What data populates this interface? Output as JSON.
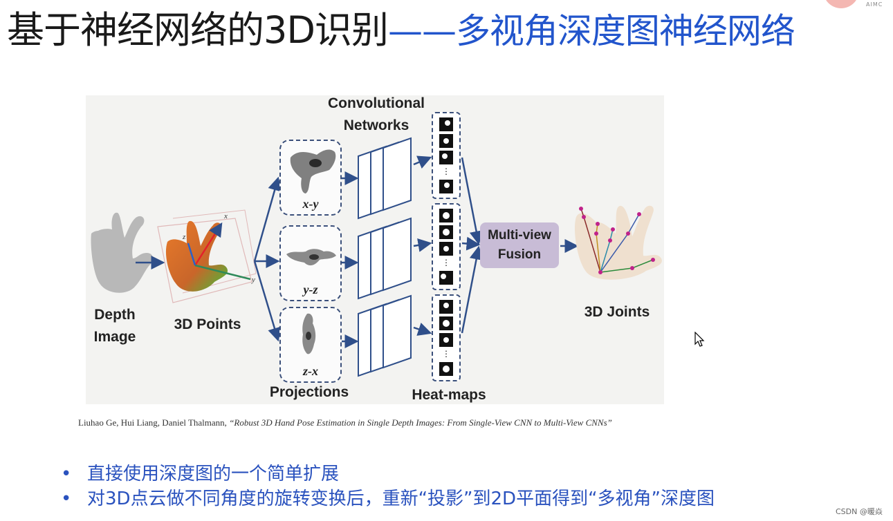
{
  "slide": {
    "title": "基于神经网络的3D识别",
    "subtitle": "——多视角深度图神经网络",
    "logo_text": "AIMC"
  },
  "figure": {
    "labels": {
      "depth_image": "Depth\nImage",
      "points_3d": "3D Points",
      "conv_networks": "Convolutional\nNetworks",
      "projections": "Projections",
      "heat_maps": "Heat-maps",
      "multi_view_fusion": "Multi-view\nFusion",
      "joints_3d": "3D Joints"
    },
    "projection_views": [
      "x-y",
      "y-z",
      "z-x"
    ],
    "axes": {
      "x": "x",
      "y": "y",
      "z": "z"
    }
  },
  "citation": {
    "authors": "Liuhao Ge, Hui Liang, Daniel Thalmann,",
    "title": "“Robust 3D Hand Pose Estimation in Single Depth Images: From Single-View CNN to Multi-View CNNs”"
  },
  "bullets": [
    "直接使用深度图的一个简单扩展",
    "对3D点云做不同角度的旋转变换后，重新“投影”到2D平面得到“多视角”深度图"
  ],
  "bullet_symbol": "•",
  "watermark": "CSDN @暖焱",
  "colors": {
    "title": "#1a1a1a",
    "subtitle": "#2255cc",
    "bullet_text": "#2a52be",
    "arrow": "#2f4f8a",
    "fusion_box": "#c8bcd6"
  }
}
